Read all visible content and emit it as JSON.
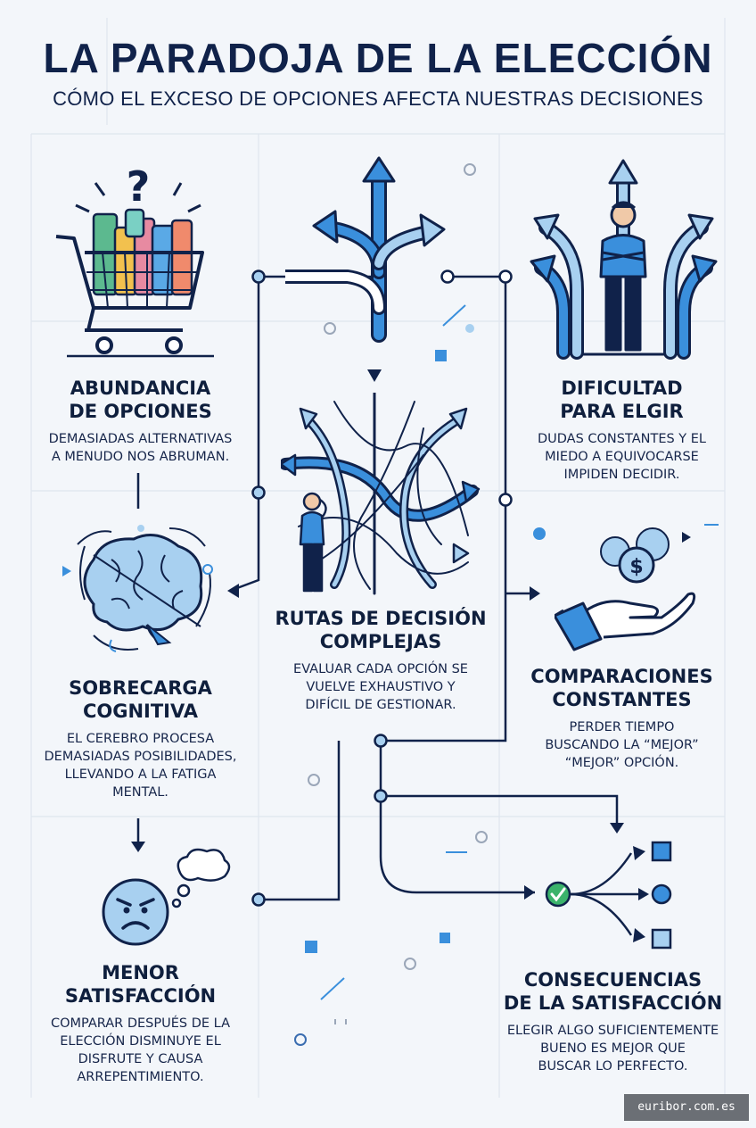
{
  "header": {
    "title": "LA PARADOJA DE LA ELECCIÓN",
    "subtitle": "CÓMO EL EXCESO DE OPCIONES AFECTA NUESTRAS DECISIONES"
  },
  "sections": {
    "abundancia": {
      "title_1": "ABUNDANCIA",
      "title_2": "DE OPCIONES",
      "desc_1": "DEMASIADAS ALTERNATIVAS",
      "desc_2": "A MENUDO NOS ABRUMAN."
    },
    "dificultad": {
      "title_1": "DIFICULTAD",
      "title_2": "PARA ELGIR",
      "desc_1": "DUDAS CONSTANTES Y EL",
      "desc_2": "MIEDO A EQUIVOCARSE",
      "desc_3": "IMPIDEN DECIDIR."
    },
    "rutas": {
      "title_1": "RUTAS DE DECISIÓN",
      "title_2": "COMPLEJAS",
      "desc_1": "EVALUAR CADA OPCIÓN SE",
      "desc_2": "VUELVE EXHAUSTIVO Y",
      "desc_3": "DIFÍCIL DE GESTIONAR."
    },
    "sobrecarga": {
      "title_1": "SOBRECARGA",
      "title_2": "COGNITIVA",
      "desc_1": "EL CEREBRO PROCESA",
      "desc_2": "DEMASIADAS POSIBILIDADES,",
      "desc_3": "LLEVANDO A LA FATIGA",
      "desc_4": "MENTAL."
    },
    "comparaciones": {
      "title_1": "COMPARACIONES",
      "title_2": "CONSTANTES",
      "desc_1": "PERDER TIEMPO",
      "desc_2": "BUSCANDO LA “MEJOR”",
      "desc_3": "“MEJOR” OPCIÓN."
    },
    "menor": {
      "title_1": "MENOR",
      "title_2": "SATISFACCIÓN",
      "desc_1": "COMPARAR DESPUÉS DE LA",
      "desc_2": "ELECCIÓN DISMINUYE EL",
      "desc_3": "DISFRUTE Y CAUSA",
      "desc_4": "ARREPENTIMIENTO."
    },
    "consecuencias": {
      "title_1": "CONSECUENCIAS",
      "title_2": "DE LA SATISFACCIÓN",
      "desc_1": "ELEGIR ALGO SUFICIENTEMENTE",
      "desc_2": "BUENO ES MEJOR QUE",
      "desc_3": "BUSCAR LO PERFECTO."
    }
  },
  "icons": {
    "question_mark": "?",
    "dollar_sign": "$"
  },
  "footer": {
    "watermark": "euribor.com.es"
  },
  "colors": {
    "navy": "#10224a",
    "blue": "#3a8fdc",
    "light_blue": "#a8d0f0",
    "green": "#3bb36b",
    "background": "#f3f6fa"
  }
}
